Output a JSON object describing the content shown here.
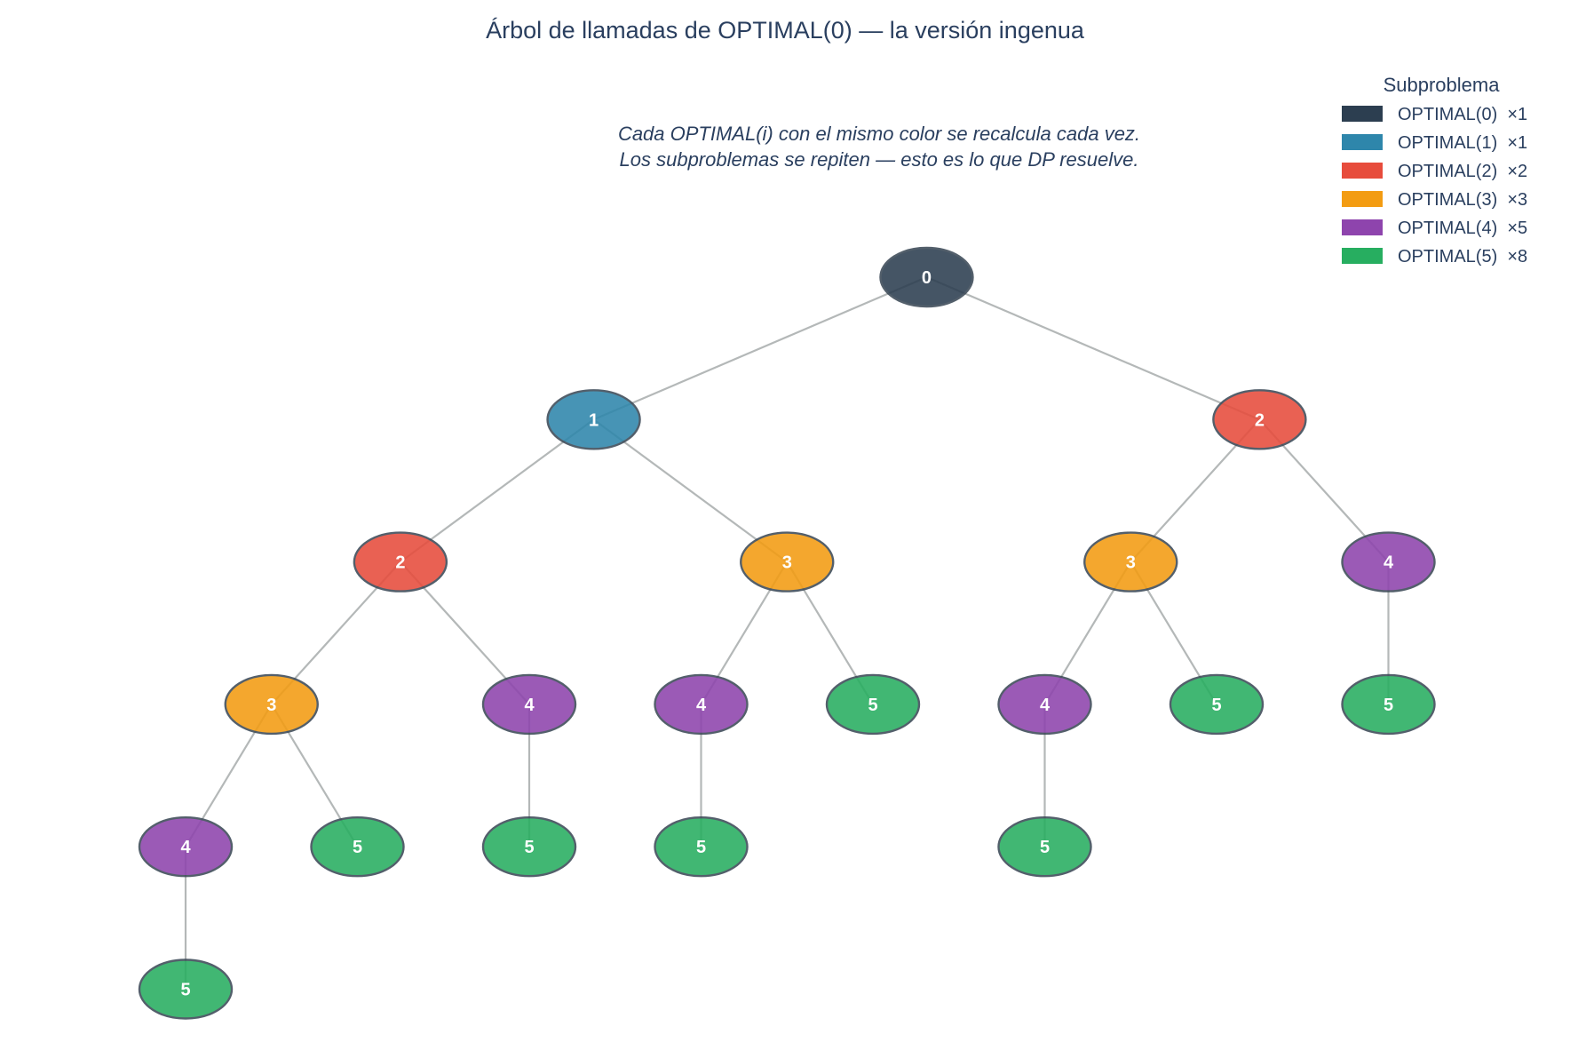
{
  "title": "Árbol de llamadas de OPTIMAL(0) — la versión ingenua",
  "annotation": {
    "line1": "Cada OPTIMAL(i) con el mismo color se recalcula cada vez.",
    "line2": "Los subproblemas se repiten — esto es lo que DP resuelve."
  },
  "legend": {
    "title": "Subproblema",
    "items": [
      {
        "label": "OPTIMAL(0)  ×1",
        "color": "#2c3e50"
      },
      {
        "label": "OPTIMAL(1)  ×1",
        "color": "#2e86ab"
      },
      {
        "label": "OPTIMAL(2)  ×2",
        "color": "#e74c3c"
      },
      {
        "label": "OPTIMAL(3)  ×3",
        "color": "#f39c12"
      },
      {
        "label": "OPTIMAL(4)  ×5",
        "color": "#8e44ad"
      },
      {
        "label": "OPTIMAL(5)  ×8",
        "color": "#27ae60"
      }
    ]
  },
  "tree": {
    "label": "0",
    "children": [
      {
        "label": "1",
        "children": [
          {
            "label": "2",
            "children": [
              {
                "label": "3",
                "children": [
                  {
                    "label": "4",
                    "children": [
                      {
                        "label": "5",
                        "children": []
                      }
                    ]
                  },
                  {
                    "label": "5",
                    "children": []
                  }
                ]
              },
              {
                "label": "4",
                "children": [
                  {
                    "label": "5",
                    "children": []
                  }
                ]
              }
            ]
          },
          {
            "label": "3",
            "children": [
              {
                "label": "4",
                "children": [
                  {
                    "label": "5",
                    "children": []
                  }
                ]
              },
              {
                "label": "5",
                "children": []
              }
            ]
          }
        ]
      },
      {
        "label": "2",
        "children": [
          {
            "label": "3",
            "children": [
              {
                "label": "4",
                "children": [
                  {
                    "label": "5",
                    "children": []
                  }
                ]
              },
              {
                "label": "5",
                "children": []
              }
            ]
          },
          {
            "label": "4",
            "children": [
              {
                "label": "5",
                "children": []
              }
            ]
          }
        ]
      }
    ]
  }
}
